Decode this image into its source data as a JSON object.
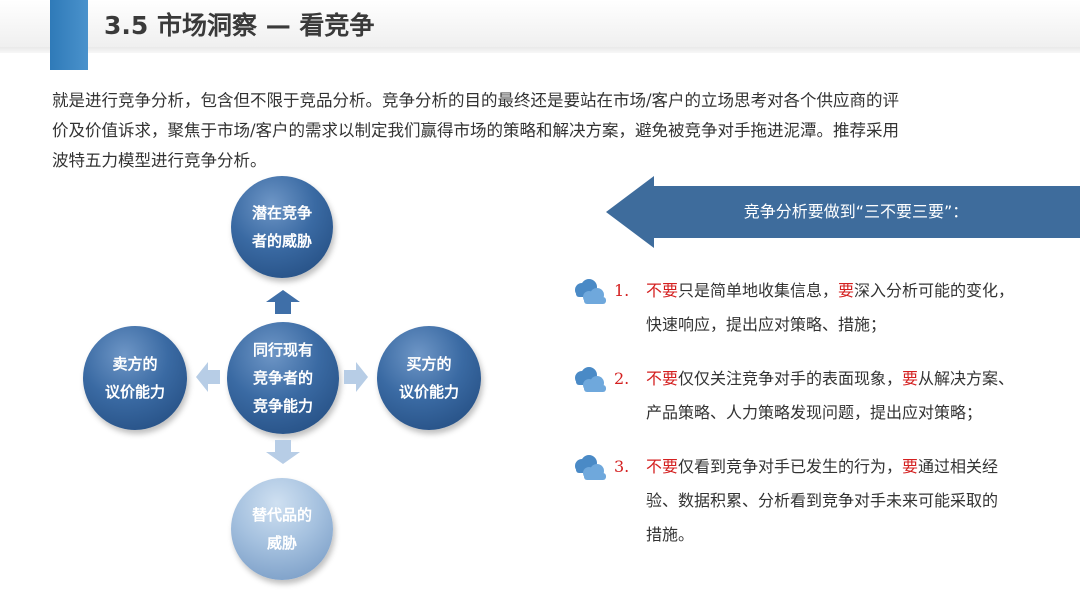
{
  "header": {
    "title": "3.5 市场洞察 — 看竞争"
  },
  "intro": {
    "lines": [
      "就是进行竞争分析，包含但不限于竞品分析。竞争分析的目的最终还是要站在市场/客户的立场思考对各个供应商的评",
      "价及价值诉求，聚焦于市场/客户的需求以制定我们赢得市场的策略和解决方案，避免被竞争对手拖进泥潭。推荐采用",
      "波特五力模型进行竞争分析。"
    ]
  },
  "diagram": {
    "top": "潜在竞争\n者的威胁",
    "left": "卖方的\n议价能力",
    "center": "同行现有\n竞争者的\n竞争能力",
    "right": "买方的\n议价能力",
    "bottom": "替代品的\n威胁",
    "colors": {
      "dark": "#2f5f98",
      "light": "#a5c1df",
      "arrow_dark": "#3f6fa8",
      "arrow_light": "#b7cde6"
    }
  },
  "banner": {
    "text": "竞争分析要做到“三不要三要”：",
    "color": "#3e6c9c"
  },
  "rules": [
    {
      "num": "1.",
      "line1": {
        "no": "不要",
        "a": "只是简单地收集信息，",
        "yes": "要",
        "b": "深入分析可能的变化，"
      },
      "rest": [
        "快速响应，提出应对策略、措施；"
      ]
    },
    {
      "num": "2.",
      "line1": {
        "no": "不要",
        "a": "仅仅关注竞争对手的表面现象，",
        "yes": "要",
        "b": "从解决方案、"
      },
      "rest": [
        "产品策略、人力策略发现问题，提出应对策略；"
      ]
    },
    {
      "num": "3.",
      "line1": {
        "no": "不要",
        "a": "仅看到竞争对手已发生的行为，",
        "yes": "要",
        "b": "通过相关经"
      },
      "rest": [
        "验、数据积累、分析看到竞争对手未来可能采取的",
        "措施。"
      ]
    }
  ]
}
